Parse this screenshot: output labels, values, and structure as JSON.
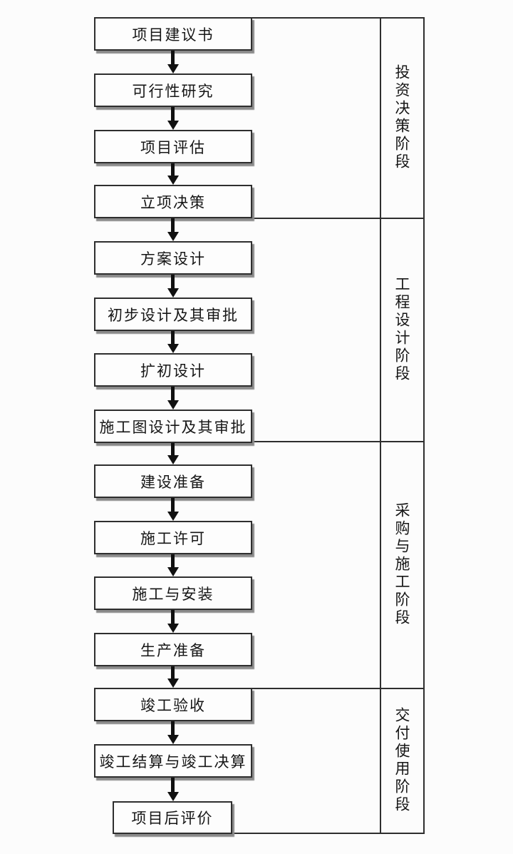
{
  "diagram": {
    "type": "flowchart",
    "direction": "top-to-bottom",
    "phases": [
      {
        "label": "投资决策阶段",
        "stages": [
          "项目建议书",
          "可行性研究",
          "项目评估",
          "立项决策"
        ]
      },
      {
        "label": "工程设计阶段",
        "stages": [
          "方案设计",
          "初步设计及其审批",
          "扩初设计",
          "施工图设计及其审批"
        ]
      },
      {
        "label": "采购与施工阶段",
        "stages": [
          "建设准备",
          "施工许可",
          "施工与安装",
          "生产准备"
        ]
      },
      {
        "label": "交付使用阶段",
        "stages": [
          "竣工验收",
          "竣工结算与竣工决算",
          "项目后评价"
        ]
      }
    ],
    "colors": {
      "line": "#2e2e2e",
      "text": "#161616",
      "box_fill": "#fdfdfd",
      "shadow": "#8a8a8a",
      "background": "#fcfcfc"
    }
  }
}
